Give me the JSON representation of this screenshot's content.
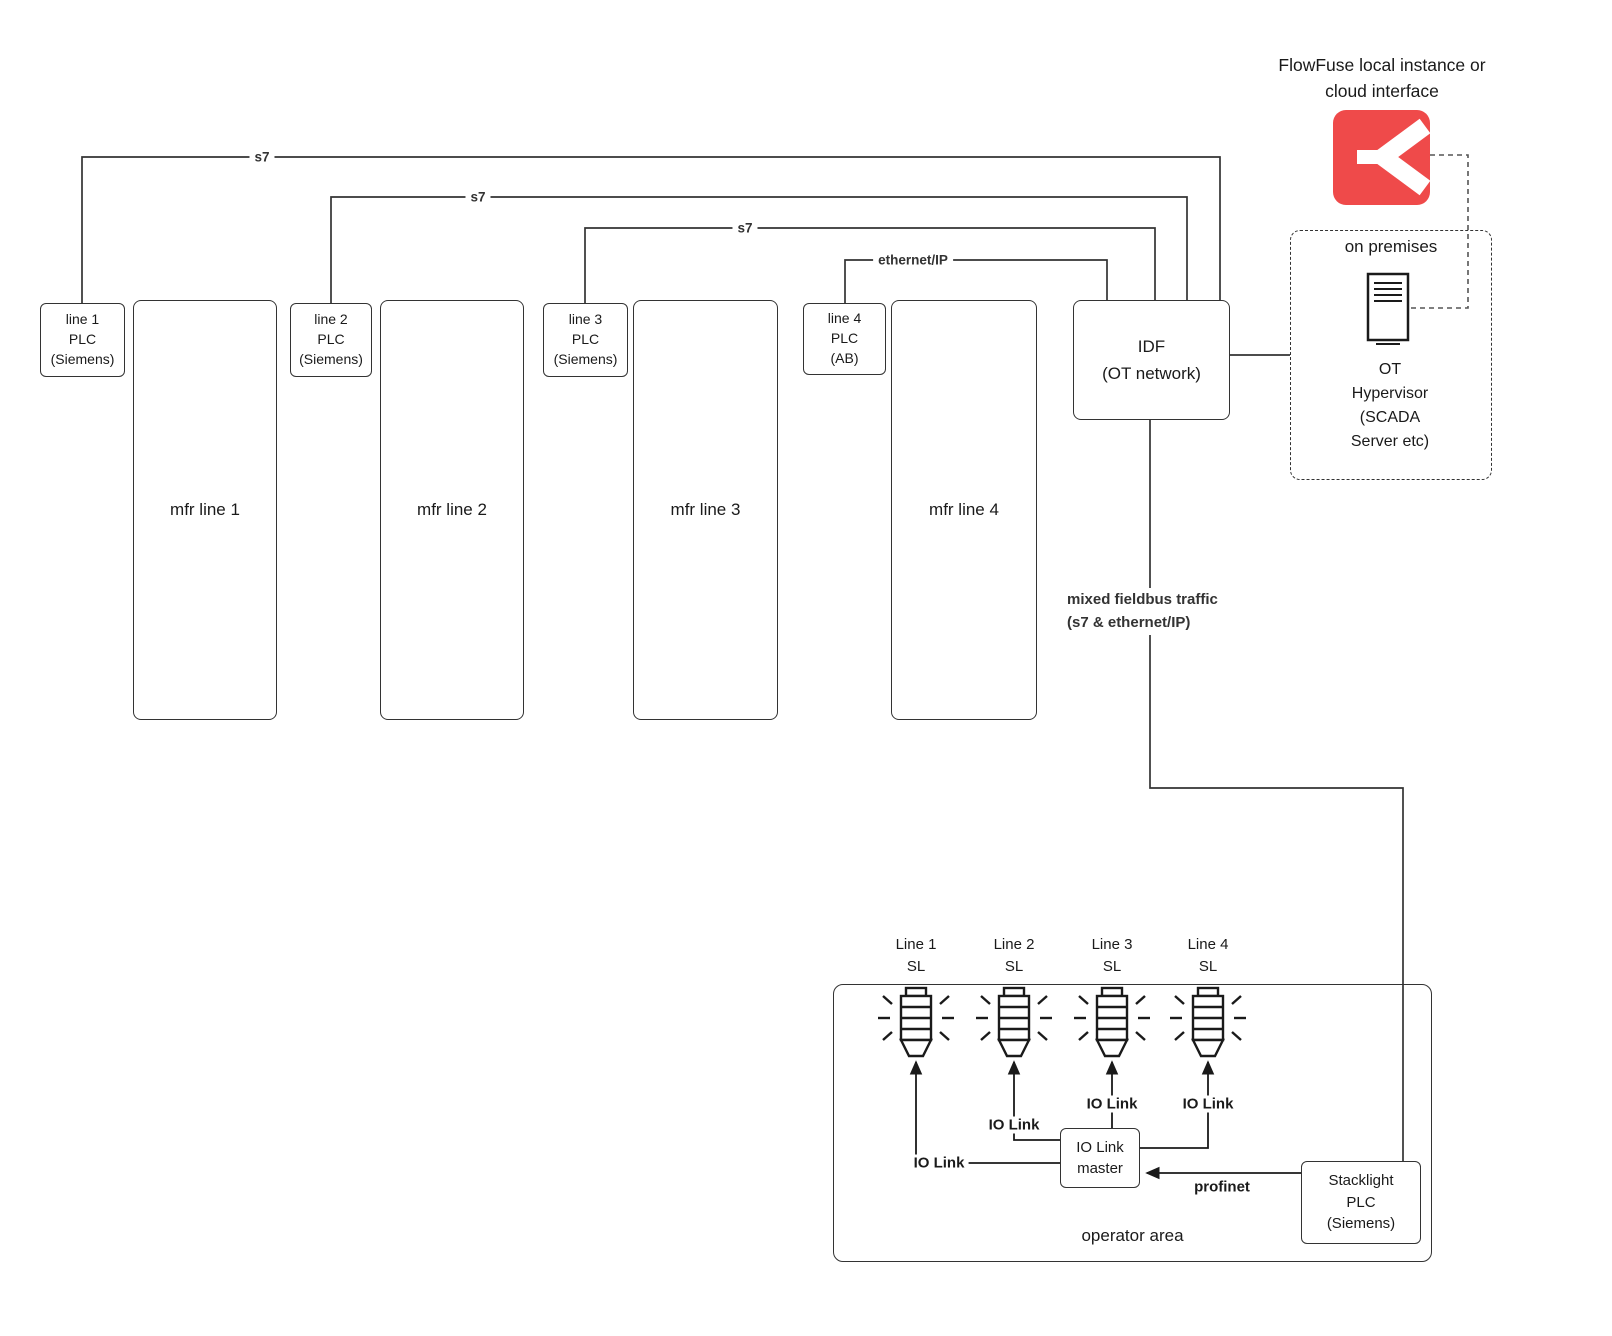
{
  "flowfuse": {
    "caption": "FlowFuse local instance or\ncloud interface",
    "brand_color": "#EF4A4A"
  },
  "on_premises": {
    "title": "on premises",
    "hypervisor_label": "OT\nHypervisor\n(SCADA\nServer etc)"
  },
  "idf": {
    "label": "IDF\n(OT network)"
  },
  "mfr_lines": [
    {
      "plc": "line 1\nPLC\n(Siemens)",
      "name": "mfr line 1",
      "bus": "s7"
    },
    {
      "plc": "line 2\nPLC\n(Siemens)",
      "name": "mfr line 2",
      "bus": "s7"
    },
    {
      "plc": "line 3\nPLC\n(Siemens)",
      "name": "mfr line 3",
      "bus": "s7"
    },
    {
      "plc": "line 4\nPLC\n(AB)",
      "name": "mfr line 4",
      "bus": "ethernet/IP"
    }
  ],
  "trunk": {
    "label": "mixed fieldbus traffic\n(s7 & ethernet/IP)"
  },
  "operator_area": {
    "title": "operator area",
    "stacklights": [
      {
        "label": "Line 1\nSL",
        "link": "IO Link"
      },
      {
        "label": "Line 2\nSL",
        "link": "IO Link"
      },
      {
        "label": "Line 3\nSL",
        "link": "IO Link"
      },
      {
        "label": "Line 4\nSL",
        "link": "IO Link"
      }
    ],
    "master": "IO Link\nmaster",
    "stacklight_plc": "Stacklight\nPLC\n(Siemens)",
    "profinet": "profinet"
  }
}
